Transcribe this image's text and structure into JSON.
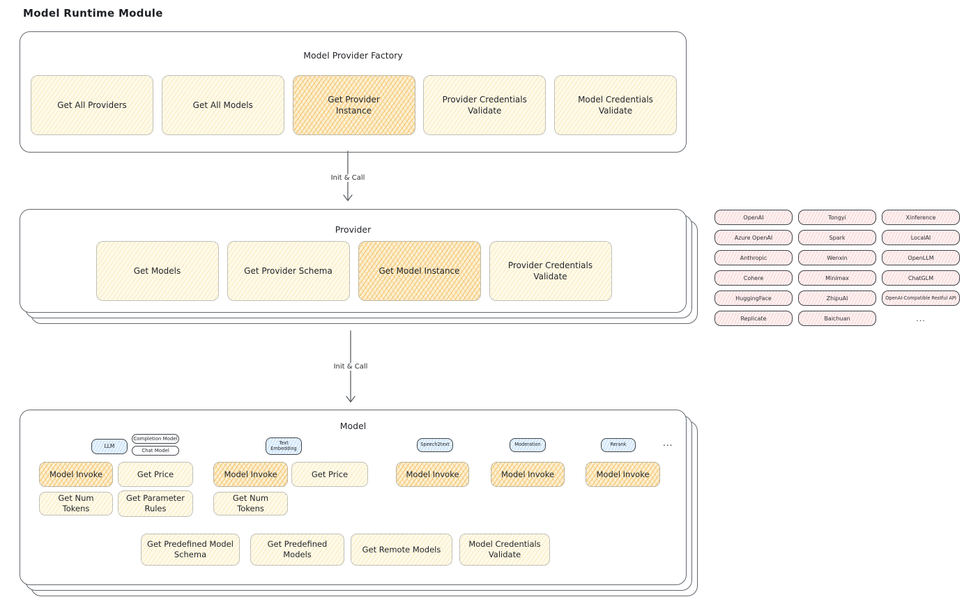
{
  "page_title": "Model Runtime Module",
  "colors": {
    "background": "#ffffff",
    "panel_border": "#62686e",
    "yellow_fill": "#fdf5dc",
    "yellow_hatch": "#f4ce70",
    "orange_fill": "#f8dca4",
    "orange_hatch": "#f0a834",
    "pink_fill": "#fdf1f1",
    "pink_hatch": "#e99494",
    "blue_fill": "#eaf4fd",
    "blue_hatch": "#7eb6e8",
    "text": "#24272b"
  },
  "arrows": {
    "label": "Init & Call"
  },
  "factory": {
    "title": "Model Provider Factory",
    "buttons": [
      {
        "label": "Get All Providers",
        "highlight": false
      },
      {
        "label": "Get All Models",
        "highlight": false
      },
      {
        "label": "Get Provider\nInstance",
        "highlight": true
      },
      {
        "label": "Provider Credentials\nValidate",
        "highlight": false
      },
      {
        "label": "Model Credentials\nValidate",
        "highlight": false
      }
    ]
  },
  "provider": {
    "title": "Provider",
    "buttons": [
      {
        "label": "Get Models",
        "highlight": false
      },
      {
        "label": "Get Provider Schema",
        "highlight": false
      },
      {
        "label": "Get Model Instance",
        "highlight": true
      },
      {
        "label": "Provider Credentials\nValidate",
        "highlight": false
      }
    ]
  },
  "provider_list": {
    "items": [
      "OpenAI",
      "Tongyi",
      "Xinference",
      "Azure OpenAI",
      "Spark",
      "LocalAI",
      "Anthropic",
      "Wenxin",
      "OpenLLM",
      "Cohere",
      "Minimax",
      "ChatGLM",
      "HuggingFace",
      "ZhipuAI",
      "OpenAI-Compatible Restful API",
      "Replicate",
      "Baichuan"
    ],
    "more_label": "..."
  },
  "model": {
    "title": "Model",
    "tags": {
      "llm": "LLM",
      "completion": "Completion Model",
      "chat": "Chat Model",
      "text_embedding": "Text\nEmbedding",
      "speech2text": "Speech2text",
      "moderation": "Moderation",
      "rerank": "Rerank",
      "more": "..."
    },
    "invoke_label": "Model Invoke",
    "get_price_label": "Get Price",
    "get_num_tokens_label": "Get Num Tokens",
    "get_parameter_rules_label": "Get Parameter\nRules",
    "bottom": [
      "Get Predefined Model\nSchema",
      "Get Predefined\nModels",
      "Get Remote Models",
      "Model Credentials\nValidate"
    ]
  }
}
